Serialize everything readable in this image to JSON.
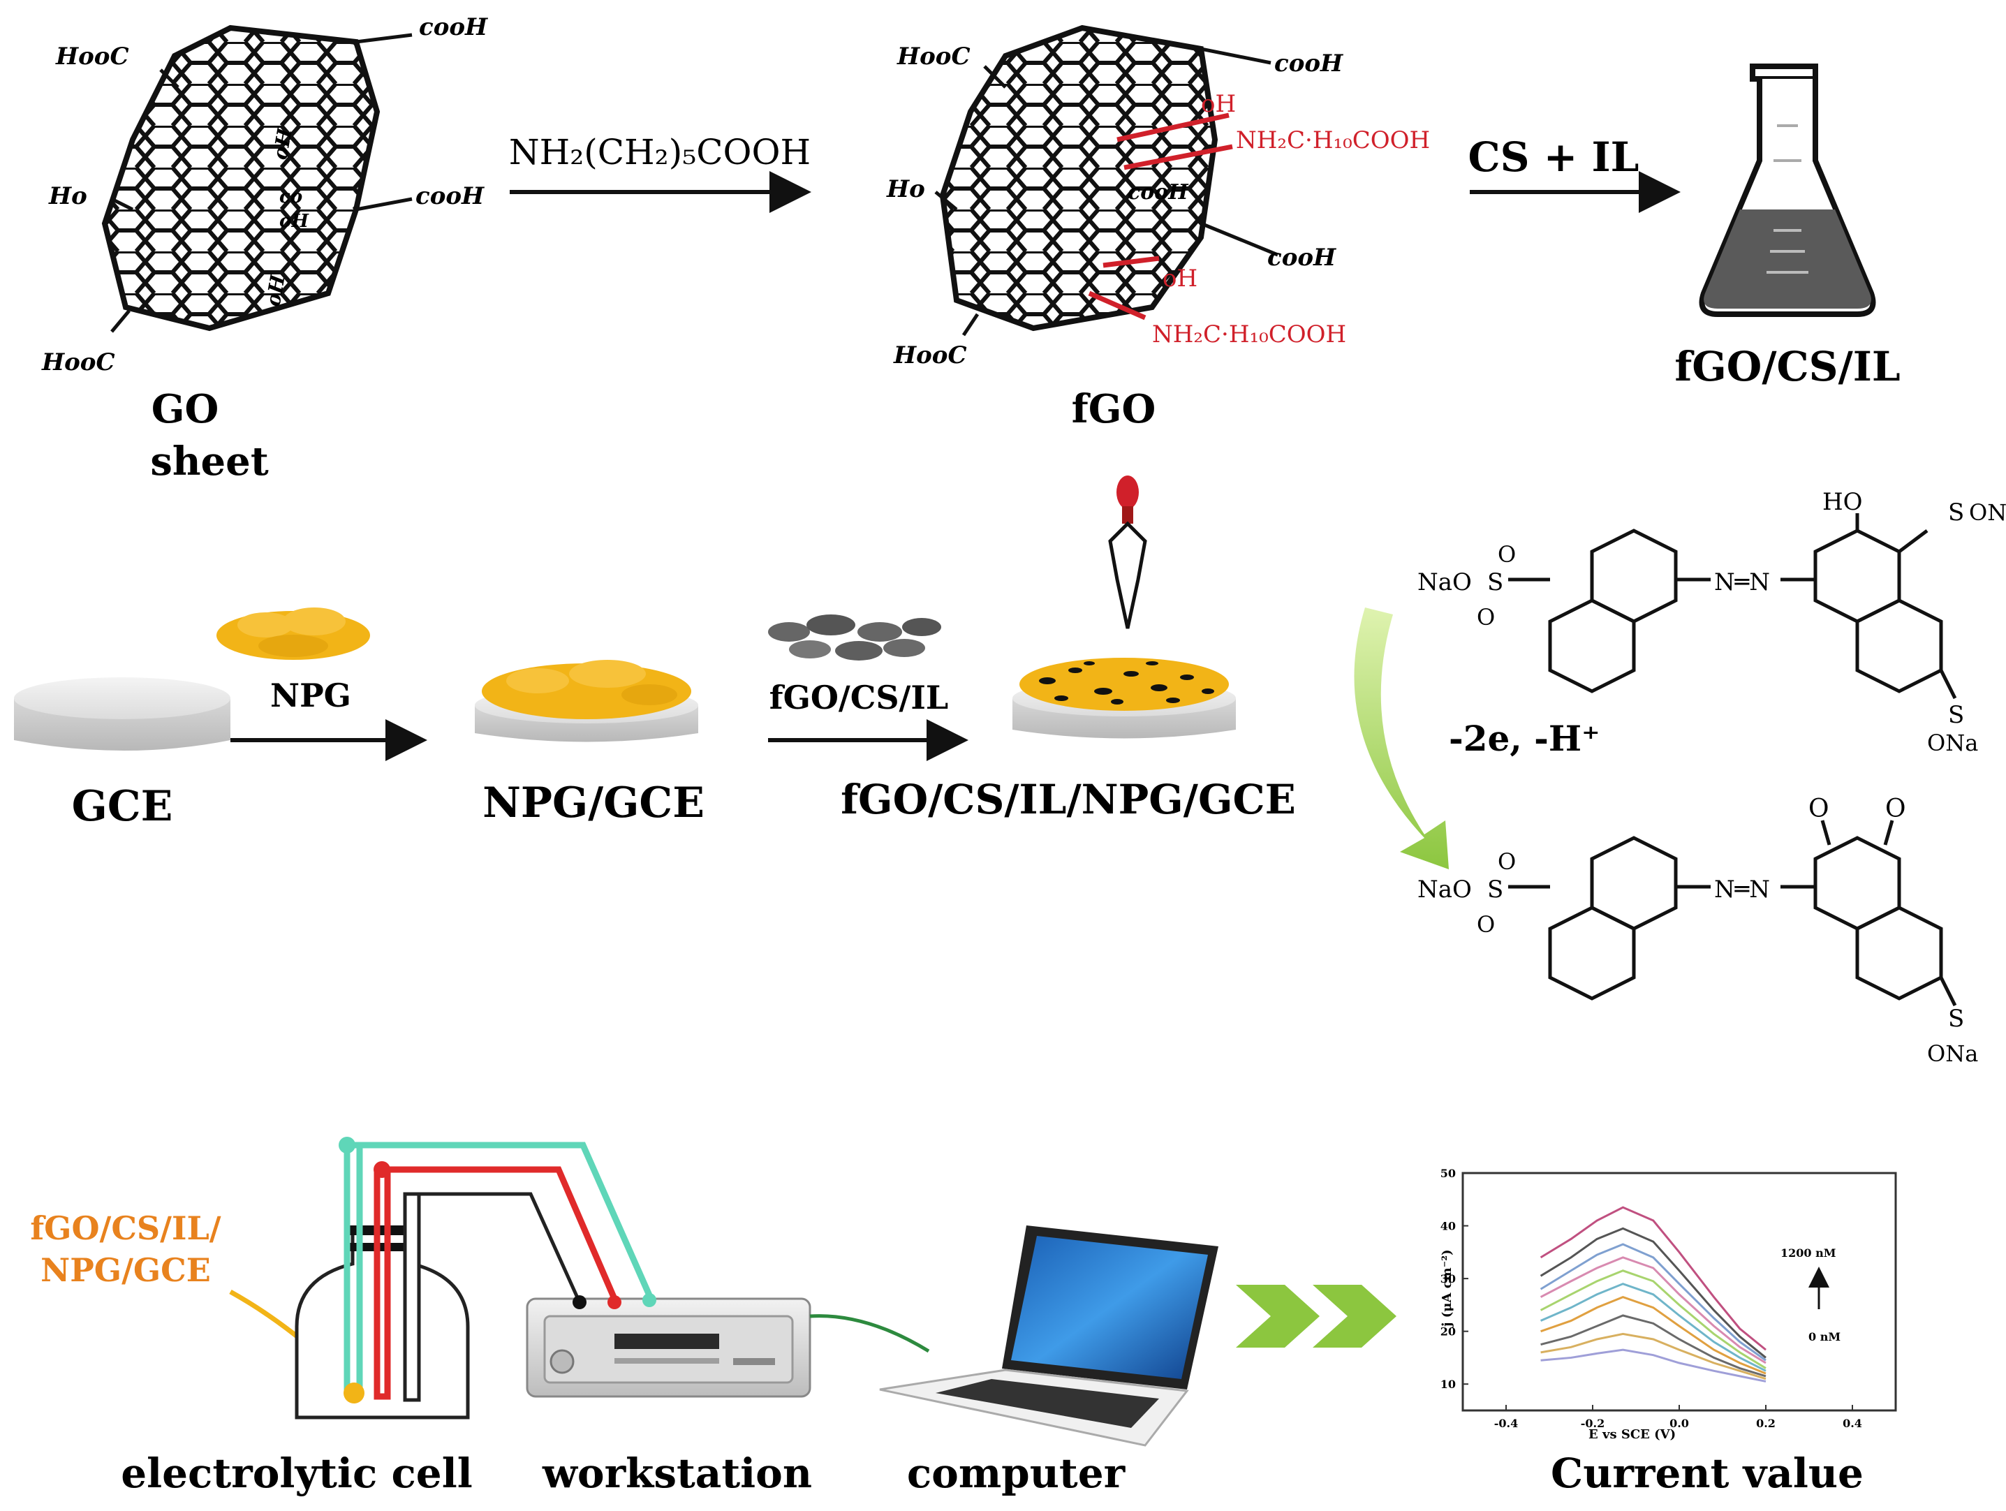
{
  "top_row": {
    "go_groups": [
      "HooC",
      "cooH",
      "Ho",
      "cooH",
      "HooC",
      "oH",
      "co",
      "oH",
      "oH"
    ],
    "go_label_1": "GO",
    "go_label_2": "sheet",
    "reaction1": "NH₂(CH₂)₅COOH",
    "fgo_groups": [
      "HooC",
      "cooH",
      "Ho",
      "cooH",
      "cooH",
      "HooC"
    ],
    "fgo_red_groups": [
      "oH",
      "NH₂C·H₁₀COOH",
      "oH",
      "NH₂C·H₁₀COOH"
    ],
    "fgo_label": "fGO",
    "reaction2": "CS + IL",
    "flask_label": "fGO/CS/IL"
  },
  "middle_row": {
    "gce_label": "GCE",
    "npg_arrow": "NPG",
    "npg_gce_label": "NPG/GCE",
    "fgo_arrow": "fGO/CS/IL",
    "final_label": "fGO/CS/IL/NPG/GCE",
    "oxidation": "-2e, -H⁺",
    "mol1": {
      "naos": "NaO",
      "s": "S",
      "ho": "HO",
      "ona1": "ONa",
      "ona2": "ONa",
      "azo": "N═N",
      "o": "O"
    },
    "mol2": {
      "naos": "NaO",
      "s": "S",
      "ona": "ONa",
      "azo": "N═N",
      "o": "O"
    }
  },
  "bottom_row": {
    "electrode_label_1": "fGO/CS/IL/",
    "electrode_label_2": "NPG/GCE",
    "cell_label": "electrolytic cell",
    "workstation_label": "workstation",
    "computer_label": "computer",
    "current_label": "Current value"
  },
  "colors": {
    "orange_label": "#e8821e",
    "npg_gold": "#f2b417",
    "red_group": "#d0202a",
    "arrow_green": "#9bd23c",
    "wire_teal": "#5fd6b8",
    "wire_red": "#e02a2a"
  },
  "chart_data": {
    "type": "line",
    "xlabel": "E vs SCE (V)",
    "ylabel": "j (μA cm⁻²)",
    "xlim": [
      -0.5,
      0.5
    ],
    "ylim": [
      5,
      50
    ],
    "xticks": [
      "-0.4",
      "-0.2",
      "0.0",
      "0.2",
      "0.4"
    ],
    "yticks": [
      "10",
      "20",
      "30",
      "40",
      "50"
    ],
    "annotation_top": "1200 nM",
    "annotation_bottom": "0 nM",
    "x": [
      -0.32,
      -0.25,
      -0.19,
      -0.13,
      -0.06,
      0.0,
      0.08,
      0.14,
      0.2
    ],
    "series": [
      {
        "color": "#9f9fd8",
        "values": [
          14.5,
          15.0,
          15.8,
          16.5,
          15.5,
          14.0,
          12.5,
          11.5,
          10.5
        ]
      },
      {
        "color": "#d8b060",
        "values": [
          16.0,
          17.0,
          18.5,
          19.5,
          18.5,
          16.5,
          14.0,
          12.5,
          11.0
        ]
      },
      {
        "color": "#6a6a6a",
        "values": [
          17.5,
          19.0,
          21.0,
          23.0,
          21.5,
          18.5,
          15.0,
          13.0,
          11.5
        ]
      },
      {
        "color": "#e0a040",
        "values": [
          20.0,
          22.0,
          24.5,
          26.5,
          24.5,
          21.0,
          16.5,
          14.0,
          12.0
        ]
      },
      {
        "color": "#6fb5c9",
        "values": [
          22.0,
          24.5,
          27.0,
          29.0,
          27.0,
          23.0,
          18.0,
          15.0,
          12.5
        ]
      },
      {
        "color": "#a8d46e",
        "values": [
          24.0,
          27.0,
          29.5,
          31.5,
          29.5,
          25.0,
          19.5,
          16.0,
          13.0
        ]
      },
      {
        "color": "#d88ab0",
        "values": [
          26.5,
          29.5,
          32.0,
          34.0,
          32.0,
          27.0,
          21.0,
          17.0,
          14.0
        ]
      },
      {
        "color": "#7fa0d0",
        "values": [
          28.0,
          31.5,
          34.5,
          36.5,
          34.0,
          29.0,
          22.5,
          18.0,
          14.5
        ]
      },
      {
        "color": "#555555",
        "values": [
          30.5,
          34.0,
          37.5,
          39.5,
          37.0,
          31.5,
          24.0,
          19.0,
          15.0
        ]
      },
      {
        "color": "#c05080",
        "values": [
          34.0,
          37.5,
          41.0,
          43.5,
          41.0,
          35.0,
          26.5,
          20.5,
          16.5
        ]
      }
    ]
  }
}
